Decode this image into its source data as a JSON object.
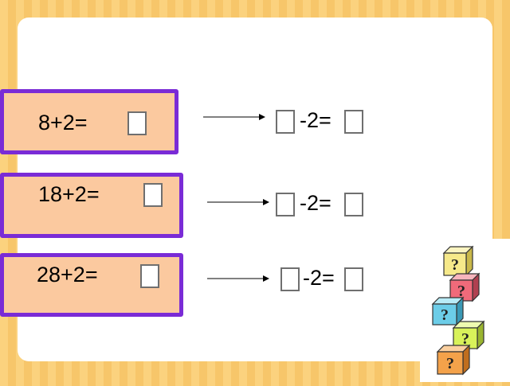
{
  "rows": [
    {
      "equation": "8+2=",
      "operation": "-2="
    },
    {
      "equation": "18+2=",
      "operation": "-2="
    },
    {
      "equation": "28+2=",
      "operation": "-2="
    }
  ],
  "cube_label": "?",
  "colors": {
    "card_fill": "#fbc99f",
    "card_border": "#7a2bd6",
    "cube_colors": [
      "#f6e98a",
      "#f06a7a",
      "#6ccde8",
      "#d8f25a",
      "#f4a24a"
    ]
  }
}
